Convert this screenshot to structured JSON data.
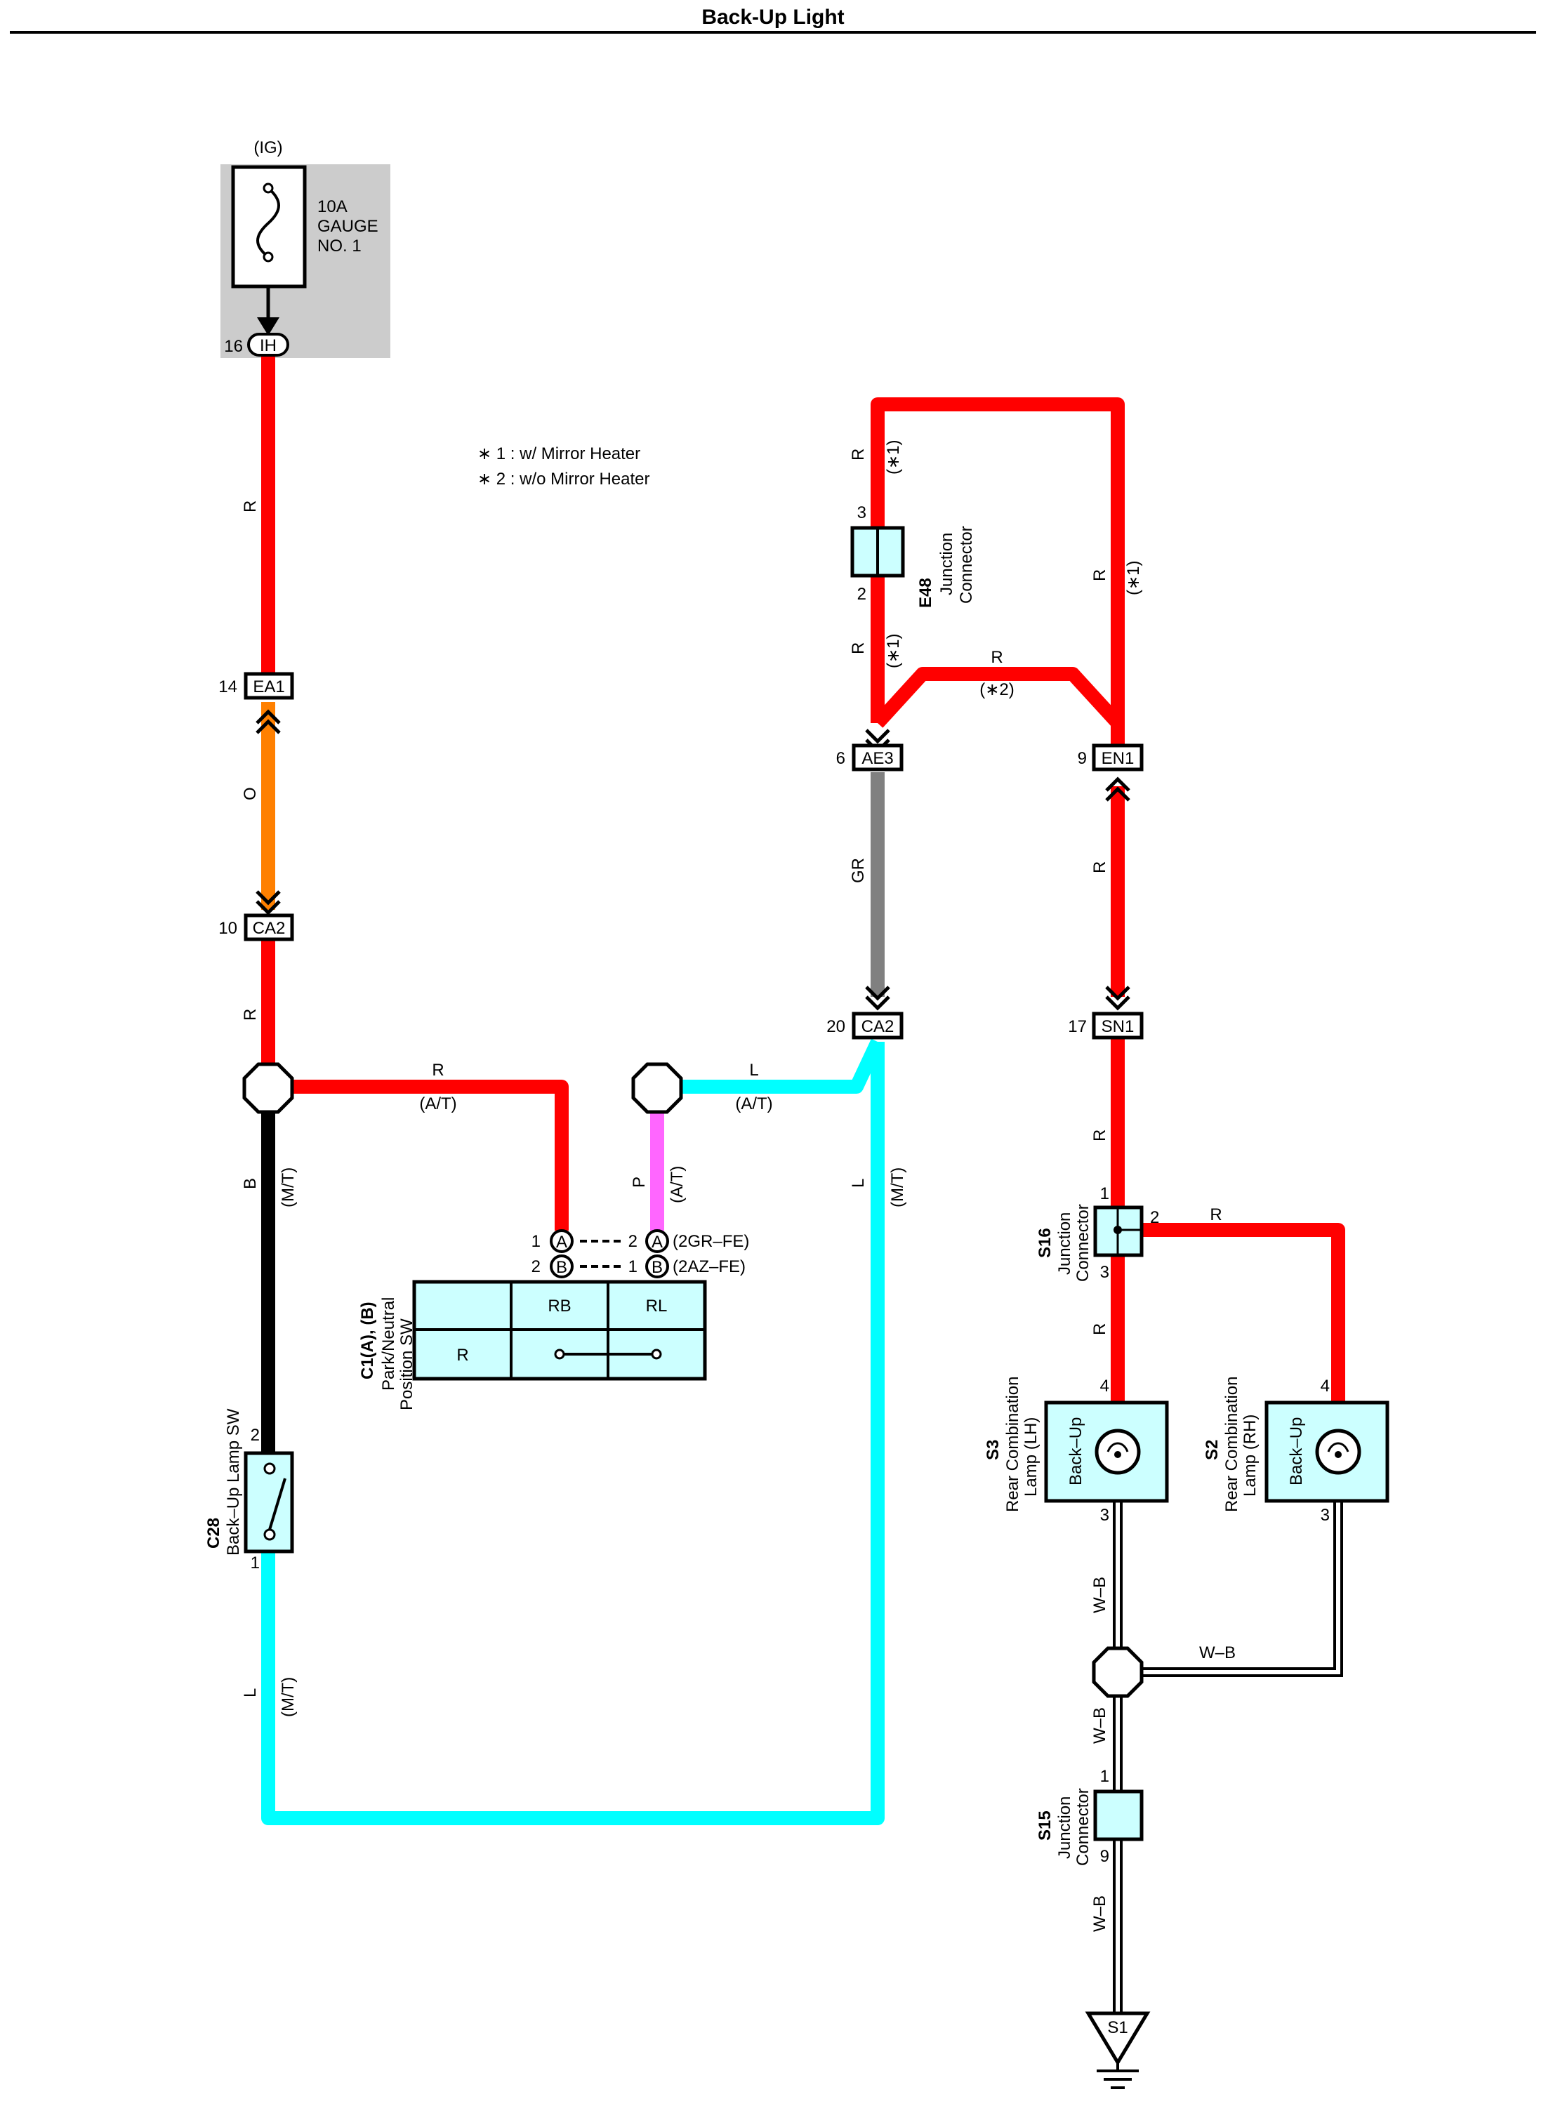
{
  "title": "Back-Up Light",
  "power": {
    "source": "(IG)",
    "fuse_rating": "10A",
    "fuse_name_1": "GAUGE",
    "fuse_name_2": "NO. 1",
    "fuse_pin": "16",
    "fuse_conn": "IH"
  },
  "notes": {
    "n1": "∗ 1 : w/ Mirror Heater",
    "n2": "∗ 2 : w/o Mirror Heater"
  },
  "connectors": {
    "ea1": {
      "pin": "14",
      "id": "EA1"
    },
    "ca2_left": {
      "pin": "10",
      "id": "CA2"
    },
    "ae3": {
      "pin": "6",
      "id": "AE3"
    },
    "en1": {
      "pin": "9",
      "id": "EN1"
    },
    "ca2_mid": {
      "pin": "20",
      "id": "CA2"
    },
    "sn1": {
      "pin": "17",
      "id": "SN1"
    }
  },
  "wire_labels": {
    "r": "R",
    "o": "O",
    "b": "B",
    "l": "L",
    "p": "P",
    "gr": "GR",
    "wb": "W–B",
    "at": "(A/T)",
    "mt": "(M/T)",
    "s1": "(∗1)",
    "s2": "(∗2)"
  },
  "e48": {
    "code": "E48",
    "name_1": "Junction",
    "name_2": "Connector",
    "pin_top": "3",
    "pin_bottom": "2"
  },
  "c1": {
    "code": "C1(A), (B)",
    "name_1": "Park/Neutral",
    "name_2": "Position SW",
    "pin_a_left": "1",
    "pin_b_left": "2",
    "pin_a_right": "2",
    "pin_b_right": "1",
    "letter_a": "A",
    "letter_b": "B",
    "variant_a": "(2GR–FE)",
    "variant_b": "(2AZ–FE)",
    "col_rb": "RB",
    "col_rl": "RL",
    "row_r": "R"
  },
  "c28": {
    "code": "C28",
    "name": "Back–Up Lamp SW",
    "pin_top": "2",
    "pin_bottom": "1"
  },
  "s16": {
    "code": "S16",
    "name_1": "Junction",
    "name_2": "Connector",
    "pin_top": "1",
    "pin_right": "2",
    "pin_bottom": "3"
  },
  "s3": {
    "code": "S3",
    "name_1": "Rear Combination",
    "name_2": "Lamp (LH)",
    "inner": "Back–Up",
    "pin_top": "4",
    "pin_bottom": "3"
  },
  "s2": {
    "code": "S2",
    "name_1": "Rear Combination",
    "name_2": "Lamp (RH)",
    "inner": "Back–Up",
    "pin_top": "4",
    "pin_bottom": "3"
  },
  "s15": {
    "code": "S15",
    "name_1": "Junction",
    "name_2": "Connector",
    "pin_top": "1",
    "pin_bottom": "9"
  },
  "ground": {
    "id": "S1"
  },
  "colors": {
    "red": "#ff0000",
    "orange": "#ff8000",
    "black": "#000000",
    "cyan": "#00ffff",
    "pink": "#ff66ff",
    "gray": "#808080",
    "component_fill": "#ccffff",
    "fuse_area": "#cccccc"
  }
}
